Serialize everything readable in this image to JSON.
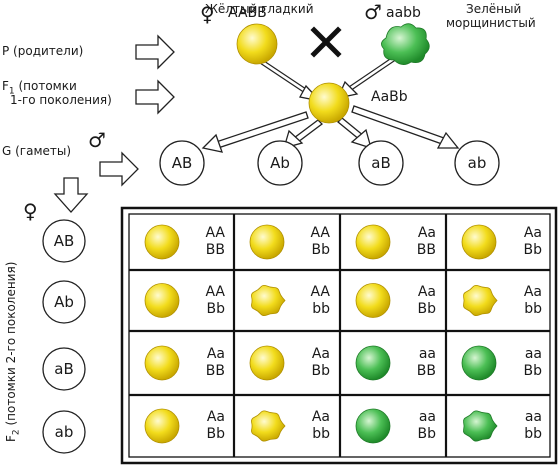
{
  "parents": {
    "female": {
      "description": "Жёлтый гладкий",
      "genotype": "AABB",
      "symbol": "♀"
    },
    "male": {
      "description_line1": "Зелёный",
      "description_line2": "морщинистый",
      "genotype": "aabb",
      "symbol": "♂"
    }
  },
  "f1": {
    "genotype": "AaBb"
  },
  "row_labels": {
    "p_label": "P (родители)",
    "f1_prefix": "F",
    "f1_sub": "1",
    "f1_line1": "(потомки",
    "f1_line2": "1-го поколения)",
    "g_label": "G (гаметы)",
    "f2_prefix": "F",
    "f2_sub": "2",
    "f2_rest": "(потомки 2-го поколения)"
  },
  "symbols": {
    "male": "♂",
    "female": "♀"
  },
  "male_gametes": [
    "AB",
    "Ab",
    "aB",
    "ab"
  ],
  "female_gametes": [
    "AB",
    "Ab",
    "aB",
    "ab"
  ],
  "grid": [
    [
      {
        "l1": "AA",
        "l2": "BB",
        "color": "yellow",
        "shape": "smooth"
      },
      {
        "l1": "AA",
        "l2": "Bb",
        "color": "yellow",
        "shape": "smooth"
      },
      {
        "l1": "Aa",
        "l2": "BB",
        "color": "yellow",
        "shape": "smooth"
      },
      {
        "l1": "Aa",
        "l2": "Bb",
        "color": "yellow",
        "shape": "smooth"
      }
    ],
    [
      {
        "l1": "AA",
        "l2": "Bb",
        "color": "yellow",
        "shape": "smooth"
      },
      {
        "l1": "AA",
        "l2": "bb",
        "color": "yellow",
        "shape": "wrinkled"
      },
      {
        "l1": "Aa",
        "l2": "Bb",
        "color": "yellow",
        "shape": "smooth"
      },
      {
        "l1": "Aa",
        "l2": "bb",
        "color": "yellow",
        "shape": "wrinkled"
      }
    ],
    [
      {
        "l1": "Aa",
        "l2": "BB",
        "color": "yellow",
        "shape": "smooth"
      },
      {
        "l1": "Aa",
        "l2": "Bb",
        "color": "yellow",
        "shape": "smooth"
      },
      {
        "l1": "aa",
        "l2": "BB",
        "color": "green",
        "shape": "smooth"
      },
      {
        "l1": "aa",
        "l2": "Bb",
        "color": "green",
        "shape": "smooth"
      }
    ],
    [
      {
        "l1": "Aa",
        "l2": "Bb",
        "color": "yellow",
        "shape": "smooth"
      },
      {
        "l1": "Aa",
        "l2": "bb",
        "color": "yellow",
        "shape": "wrinkled"
      },
      {
        "l1": "aa",
        "l2": "Bb",
        "color": "green",
        "shape": "smooth"
      },
      {
        "l1": "aa",
        "l2": "bb",
        "color": "green",
        "shape": "wrinkled"
      }
    ]
  ],
  "colors": {
    "yellow": "#f2dc1c",
    "yellow_light": "#fff9b0",
    "yellow_dark": "#c9a800",
    "green": "#4cbf55",
    "green_light": "#c9f2c6",
    "green_dark": "#1f8a2a"
  }
}
